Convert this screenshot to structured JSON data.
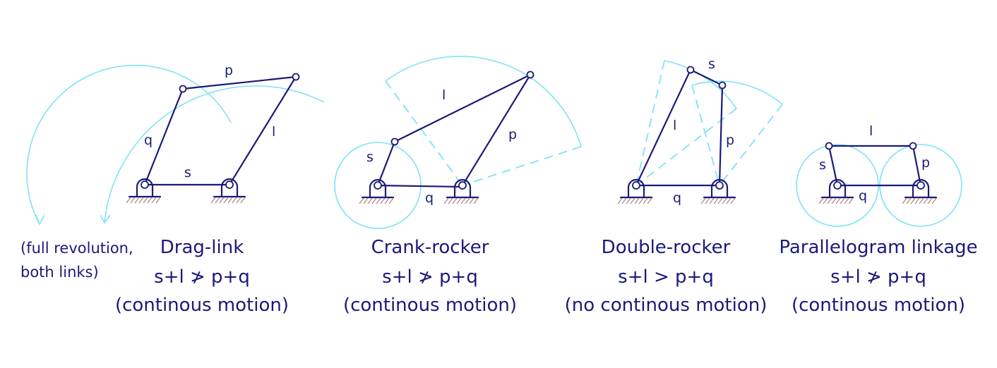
{
  "note": {
    "line1": "(full revolution,",
    "line2": "both links)"
  },
  "panels": [
    {
      "title": "Drag-link",
      "condition": "s+l ≯ p+q",
      "motion": "(continous motion)",
      "labels": {
        "p": "p",
        "q": "q",
        "l": "l",
        "s": "s"
      }
    },
    {
      "title": "Crank-rocker",
      "condition": "s+l ≯ p+q",
      "motion": "(continous motion)",
      "labels": {
        "l": "l",
        "p": "p",
        "s": "s",
        "q": "q"
      }
    },
    {
      "title": "Double-rocker",
      "condition": "s+l > p+q",
      "motion": "(no continous motion)",
      "labels": {
        "s": "s",
        "l": "l",
        "p": "p",
        "q": "q"
      }
    },
    {
      "title": "Parallelogram linkage",
      "condition": "s+l ≯ p+q",
      "motion": "(continous motion)",
      "labels": {
        "l": "l",
        "s": "s",
        "p": "p",
        "q": "q"
      }
    }
  ]
}
